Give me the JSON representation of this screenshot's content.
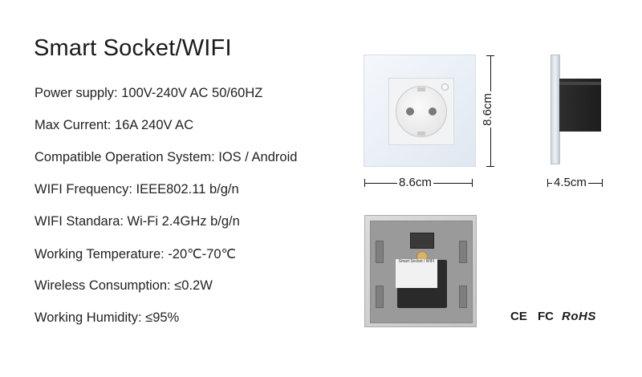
{
  "title": "Smart Socket/WIFI",
  "specs": [
    "Power supply: 100V-240V AC 50/60HZ",
    "Max Current: 16A 240V AC",
    "Compatible Operation System: IOS / Android",
    "WIFI Frequency: IEEE802.11 b/g/n",
    "WIFI Standara: Wi-Fi 2.4GHz b/g/n",
    "Working Temperature: -20℃-70℃",
    "Wireless Consumption: ≤0.2W",
    "Working Humidity: ≤95%"
  ],
  "dimensions": {
    "width": "8.6cm",
    "height": "8.6cm",
    "depth": "4.5cm"
  },
  "back_label": {
    "title": "Smart Socket / WIFI"
  },
  "certifications": [
    "CE",
    "FC",
    "RoHS"
  ],
  "colors": {
    "text": "#1a1a1a",
    "background": "#ffffff",
    "panel_glass": "#e9eff6",
    "back_body": "#2a2a2a"
  }
}
